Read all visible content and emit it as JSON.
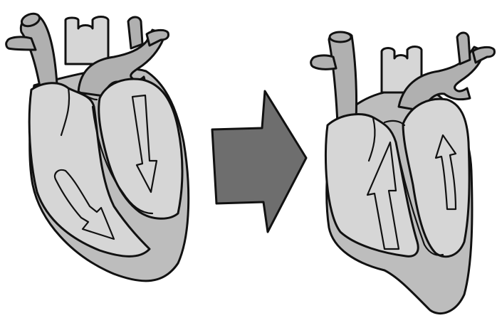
{
  "colors": {
    "background": "#ffffff",
    "outline": "#111111",
    "light_tissue": "#d6d6d6",
    "outer_wall": "#bdbdbd",
    "vessel": "#b0b0b0",
    "flow_arrow": "#7a7a7a",
    "transition_arrow": "#6e6e6e"
  },
  "panels": [
    {
      "state": "filling",
      "flow_direction": "down",
      "arrows": 2
    },
    {
      "state": "ejection",
      "flow_direction": "up",
      "arrows": 2
    }
  ],
  "transition": {
    "direction": "right"
  }
}
